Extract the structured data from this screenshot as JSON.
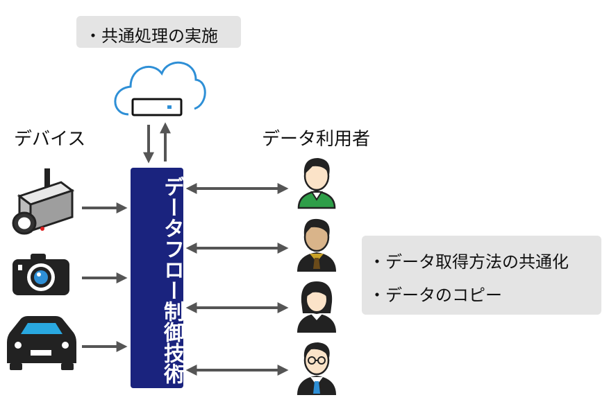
{
  "cloud_box": {
    "text": "・共通処理の実施"
  },
  "right_box": {
    "line1": "・データ取得方法の共通化",
    "line2": "・データのコピー"
  },
  "labels": {
    "devices": "デバイス",
    "users": "データ利用者"
  },
  "center_bar": {
    "text": "データフロー制御技術"
  },
  "colors": {
    "bar": "#1a237e",
    "arrow": "#555555",
    "cloud_stroke": "#2e8fd6",
    "box_bg": "#e4e4e4"
  },
  "icons": {
    "devices": [
      "security-camera-icon",
      "camera-icon",
      "car-icon"
    ],
    "users": [
      "person-green-shirt-icon",
      "person-tie-icon",
      "person-woman-icon",
      "person-glasses-icon"
    ],
    "cloud": "cloud-server-icon"
  }
}
